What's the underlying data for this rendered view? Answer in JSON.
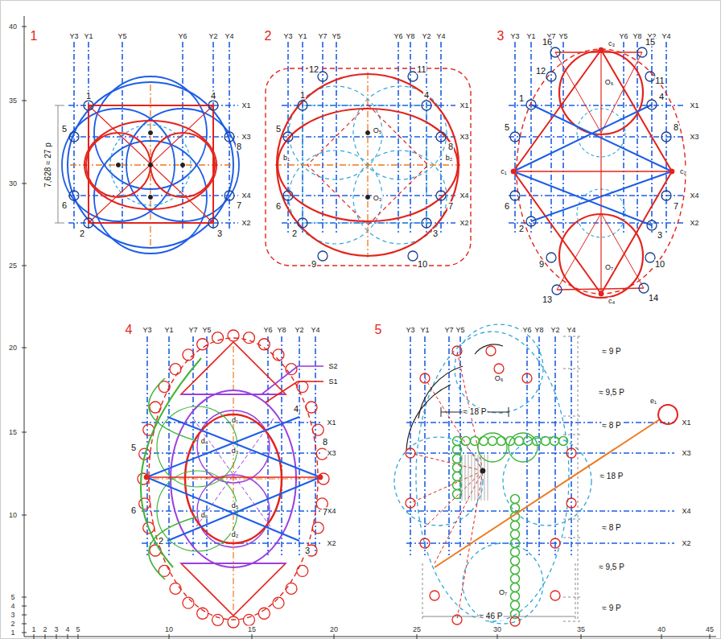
{
  "diagram": {
    "labels": [
      "1",
      "2",
      "3",
      "4",
      "5",
      "10",
      "15",
      "20",
      "25",
      "30",
      "35",
      "40",
      "45",
      "40",
      "35",
      "30",
      "25",
      "20",
      "15",
      "10",
      "5",
      "4",
      "3",
      "2",
      "1",
      "1",
      "2",
      "3",
      "4",
      "5",
      "Y3",
      "Y1",
      "Y5",
      "Y6",
      "Y2",
      "Y4",
      "X1",
      "X3",
      "X4",
      "X2",
      "1",
      "4",
      "5",
      "8",
      "6",
      "7",
      "2",
      "3",
      "7,628 ≈ 27 p",
      "Y3",
      "Y1",
      "Y7",
      "Y5",
      "Y6",
      "Y8",
      "Y2",
      "Y4",
      "X1",
      "X3",
      "X4",
      "X2",
      "12",
      "11",
      "1",
      "4",
      "5",
      "8",
      "6",
      "7",
      "2",
      "3",
      "9",
      "10",
      "O₅",
      "O₃",
      "b₁",
      "b₂",
      "Y3",
      "Y1",
      "Y7",
      "Y5",
      "Y6",
      "Y8",
      "Y2",
      "Y4",
      "X1",
      "X3",
      "X4",
      "X2",
      "16",
      "15",
      "12",
      "11",
      "1",
      "4",
      "5",
      "8",
      "6",
      "7",
      "2",
      "3",
      "9",
      "10",
      "13",
      "14",
      "c₃",
      "c₄",
      "c₁",
      "c₂",
      "O₆",
      "O₇",
      "Y3",
      "Y1",
      "Y7",
      "Y5",
      "Y6",
      "Y8",
      "Y2",
      "Y4",
      "X1",
      "X3",
      "X4",
      "X2",
      "5",
      "6",
      "2",
      "3",
      "4",
      "8",
      "7",
      "S2",
      "S1",
      "d₁",
      "d₃",
      "d₄",
      "d₂",
      "d₅",
      "d₆",
      "Y3",
      "Y1",
      "Y7",
      "Y5",
      "Y6",
      "Y8",
      "Y2",
      "Y4",
      "X1",
      "X3",
      "X4",
      "X2",
      "≈ 9 P",
      "≈ 9,5 P",
      "≈ 8 P",
      "≈ 18 P",
      "≈ 8 P",
      "≈ 9,5 P",
      "≈ 9 P",
      "≈ 18 P",
      "≈ 46 P",
      "O₆",
      "O₇",
      "e₁"
    ]
  }
}
